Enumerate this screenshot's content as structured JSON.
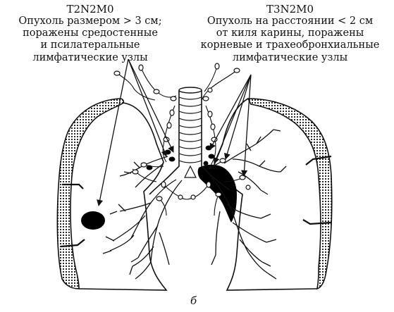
{
  "left_annotation": {
    "stage": "T2N2M0",
    "lines": [
      "Опухоль размером > 3 см;",
      "поражены средостенные",
      "и псилатеральные",
      "лимфатические узлы"
    ]
  },
  "right_annotation": {
    "stage": "T3N2M0",
    "lines": [
      "Опухоль на расстоянии < 2 см",
      "от киля карины, поражены",
      "корневые и трахеобронхиальные",
      "лимфатические узлы"
    ]
  },
  "figure_letter": "б"
}
